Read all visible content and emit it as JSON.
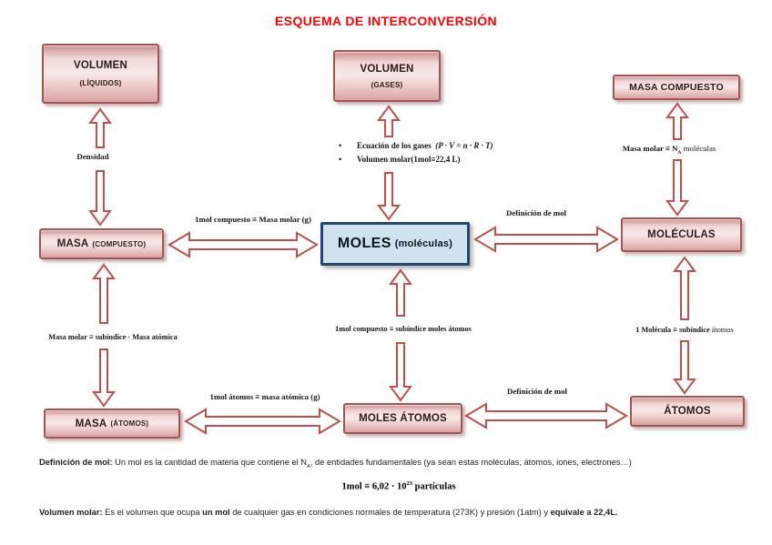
{
  "title": "ESQUEMA DE INTERCONVERSIÓN",
  "boxes": {
    "volumen_liquidos": {
      "line1": "VOLUMEN",
      "line2": "(LÍQUIDOS)"
    },
    "volumen_gases": {
      "line1": "VOLUMEN",
      "line2": "(GASES)"
    },
    "masa_compuesto_top": {
      "label": "MASA COMPUESTO"
    },
    "masa_compuesto": {
      "main": "MASA",
      "sub": "(COMPUESTO)"
    },
    "moles": {
      "main": "MOLES",
      "sub": "(moléculas)"
    },
    "moleculas": {
      "label": "MOLÉCULAS"
    },
    "masa_atomos": {
      "main": "MASA",
      "sub": "(ÁTOMOS)"
    },
    "moles_atomos": {
      "label": "MOLES ÁTOMOS"
    },
    "atomos": {
      "label": "ÁTOMOS"
    }
  },
  "labels": {
    "densidad": "Densidad",
    "bullet1_text": "Ecuación de los gases",
    "bullet1_formula": "(P · V = n · R · T)",
    "bullet2": "Volumen molar(1mol≡22,4 L)",
    "masa_molar_na": {
      "pre": "Masa molar ≡ N",
      "sub": "A",
      "post": " moléculas"
    },
    "mol_compuesto_masa_molar": "1mol compuesto ≡  Masa molar (g)",
    "definicion_mol_top": "Definición de mol",
    "masa_molar_subindice": "Masa molar ≡ subíndice · Masa atómica",
    "mol_compuesto_subindice": "1mol compuesto ≡ subíndice moles átomos",
    "molecula_subindice": {
      "bold": "1 Molécula ≡ subíndice",
      "rest": " átomos"
    },
    "mol_atomos_masa_atomica": "1mol átomos ≡ masa atómica (g)",
    "definicion_mol_bottom": "Definición de mol"
  },
  "footer": {
    "def_mol": {
      "bold": "Definición de mol:",
      "t1": " Un mol es la cantidad de materia que contiene el N",
      "sub": "A",
      "t2": ", de entidades fundamentales (ya sean estas moléculas, átomos, iones, electrones…)"
    },
    "formula": {
      "pre": "1mol ≡ 6,02 · 10",
      "sup": "23",
      "post": " partículas"
    },
    "vol_molar": {
      "bold": "Volumen molar:",
      "t1": " Es el volumen que ocupa ",
      "b2": "un mol",
      "t2": " de cualquier gas en condiciones normales de temperatura (273K)  y presión (1atm) y ",
      "b3": "equivale a 22,4L."
    }
  },
  "colors": {
    "accent_red": "#c0504d",
    "title_red": "#ff0000",
    "box_border": "#a65353",
    "moles_border": "#24466e",
    "moles_fill": "#cfe3ef"
  }
}
